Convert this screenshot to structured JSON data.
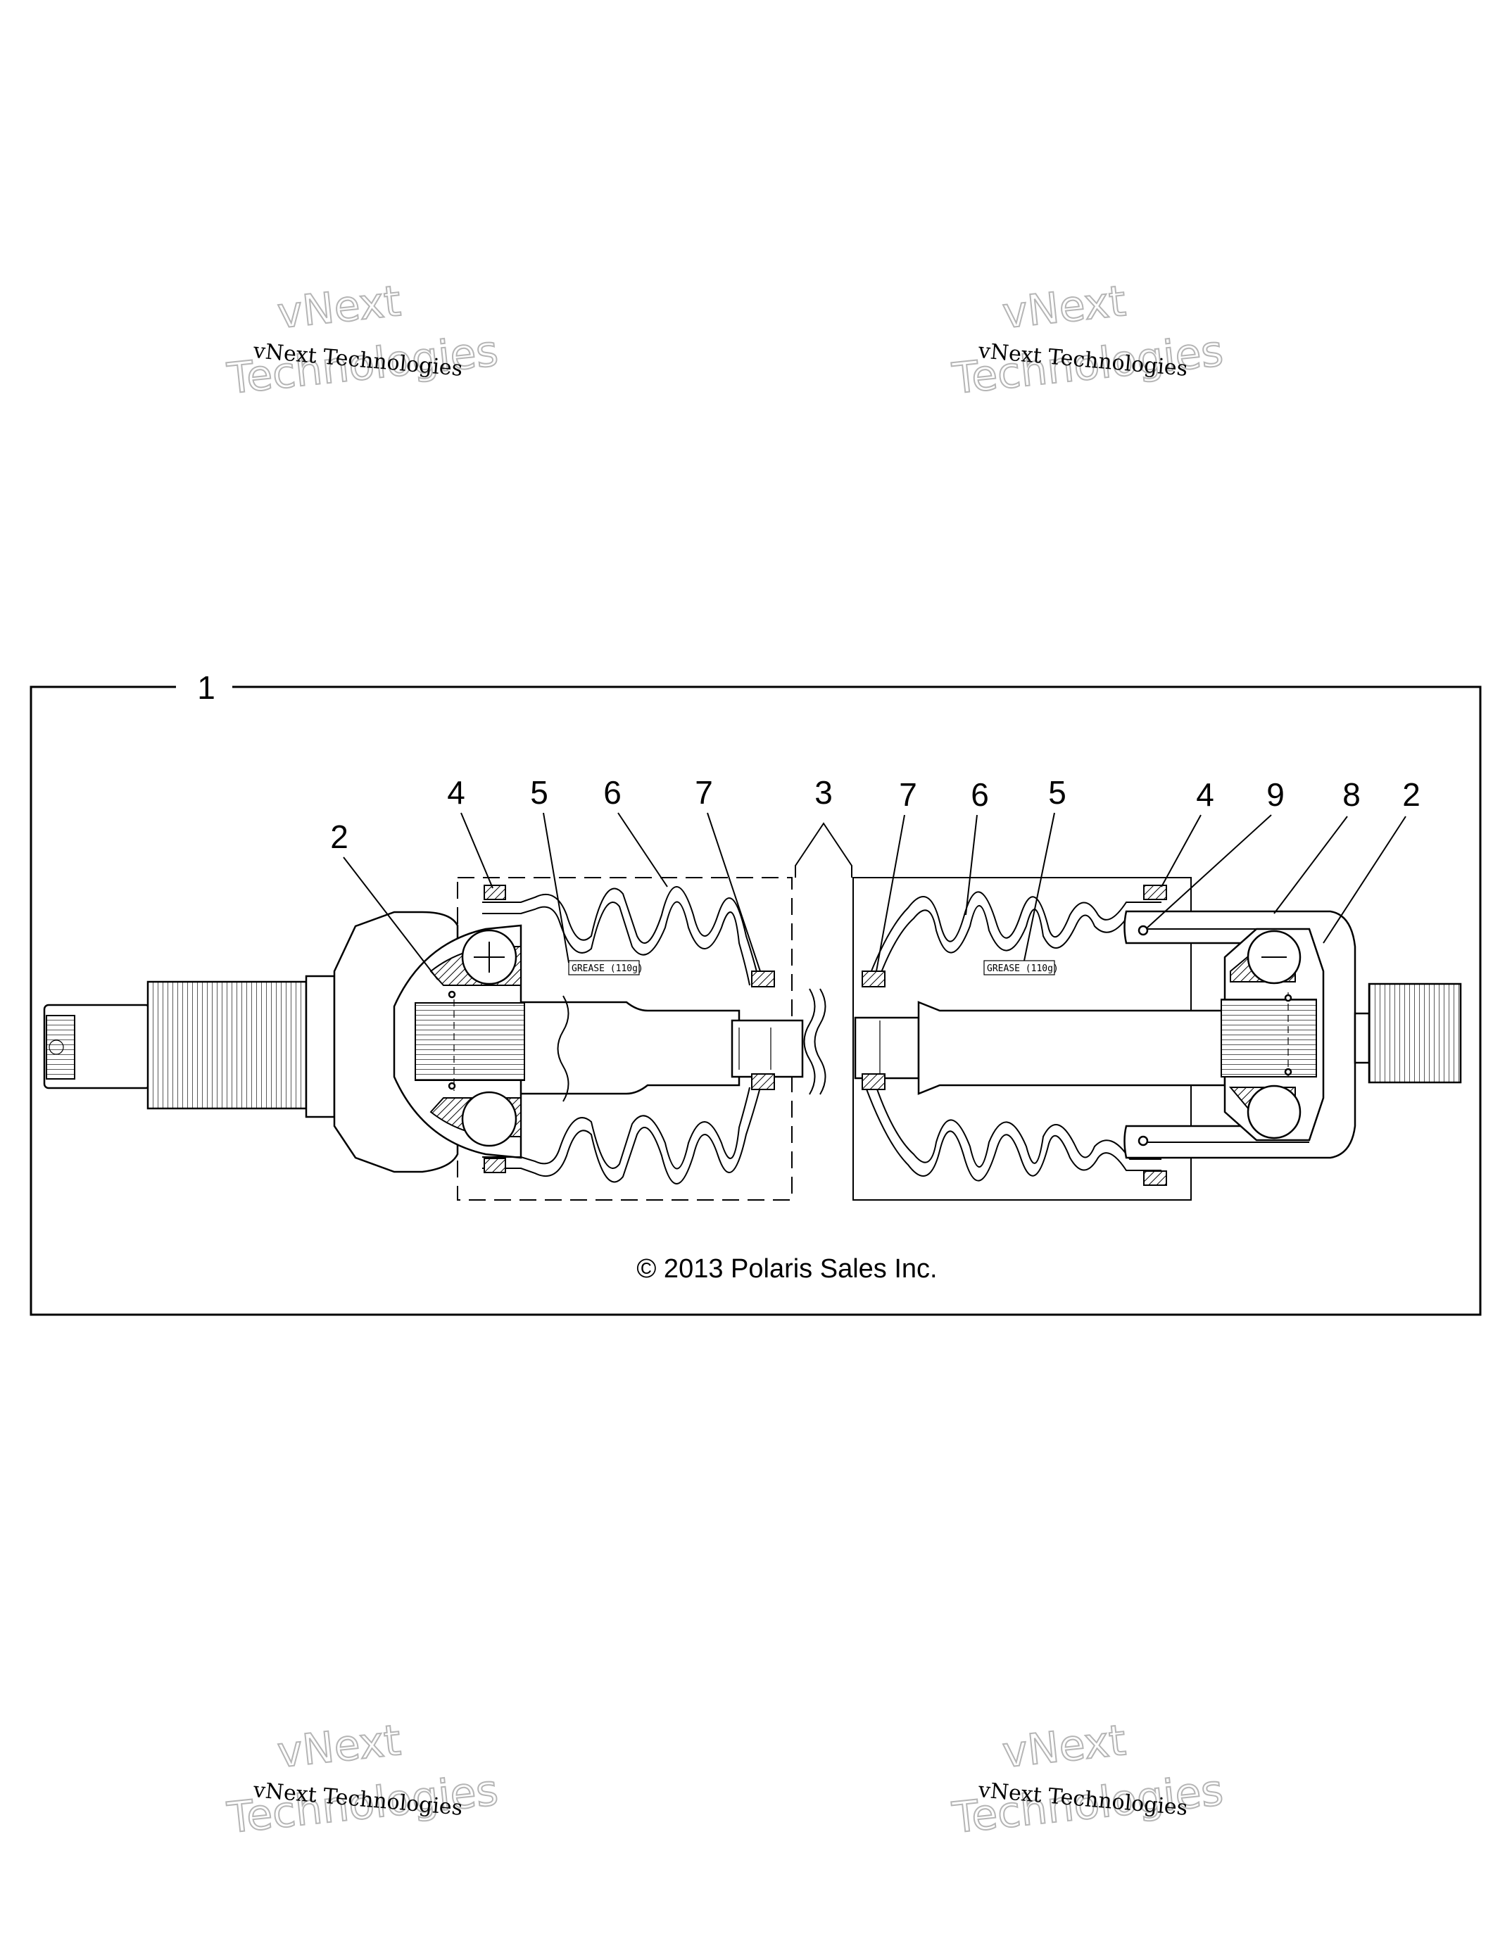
{
  "frame": {
    "label": "1"
  },
  "callouts": {
    "left_2": "2",
    "left_4": "4",
    "left_5": "5",
    "left_6": "6",
    "left_7": "7",
    "center_3": "3",
    "right_7": "7",
    "right_6": "6",
    "right_5": "5",
    "right_4": "4",
    "right_9": "9",
    "right_8": "8",
    "right_2": "2"
  },
  "grease_label_left": "GREASE (110g)",
  "grease_label_right": "GREASE (110g)",
  "copyright": "© 2013 Polaris Sales Inc.",
  "watermark": {
    "line_small": "vNext Technologies",
    "line_big_1": "vNext",
    "line_big_2": "Technologies"
  }
}
